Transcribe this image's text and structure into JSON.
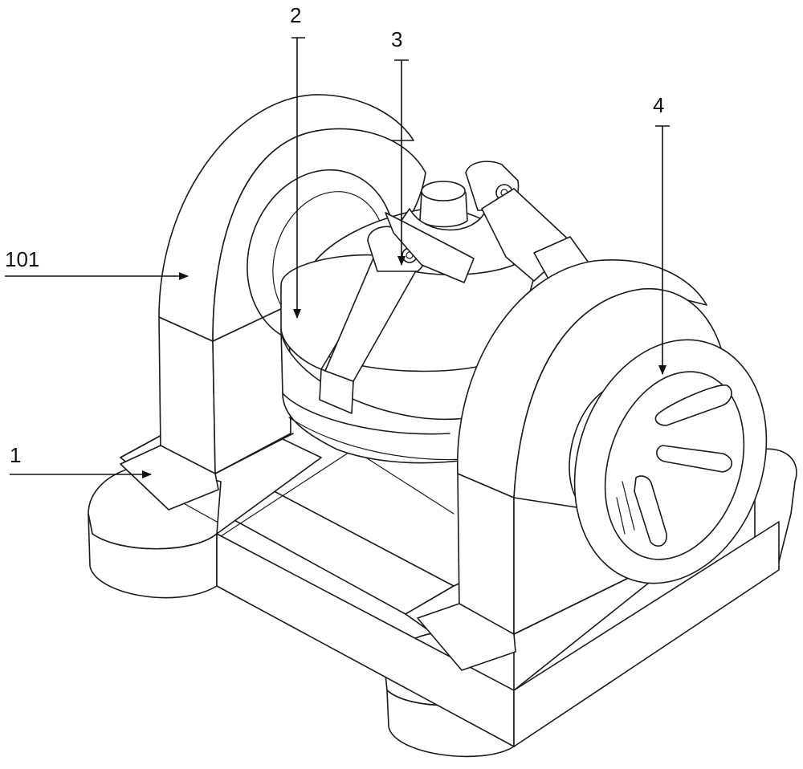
{
  "labels": {
    "part_1": "1",
    "part_101": "101",
    "part_2": "2",
    "part_3": "3",
    "part_4": "4"
  },
  "colors": {
    "line": "#1a1a1a",
    "background": "#ffffff"
  }
}
